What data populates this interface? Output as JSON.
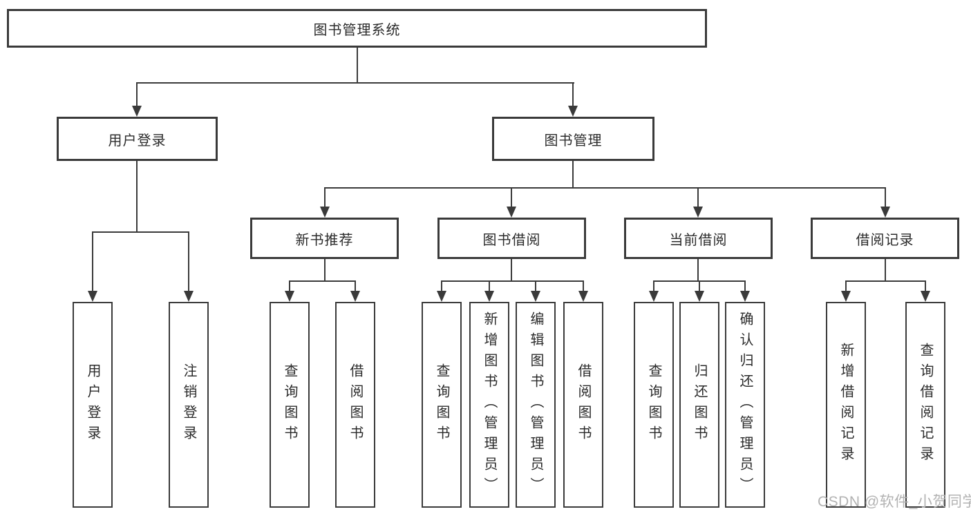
{
  "diagram": {
    "root": {
      "label": "图书管理系统"
    },
    "branches": [
      {
        "label": "用户登录",
        "children": [
          {
            "label": "用户登录"
          },
          {
            "label": "注销登录"
          }
        ]
      },
      {
        "label": "图书管理",
        "sections": [
          {
            "label": "新书推荐",
            "children": [
              {
                "label": "查询图书"
              },
              {
                "label": "借阅图书"
              }
            ]
          },
          {
            "label": "图书借阅",
            "children": [
              {
                "label": "查询图书"
              },
              {
                "label": "新增图书（管理员）"
              },
              {
                "label": "编辑图书（管理员）"
              },
              {
                "label": "借阅图书"
              }
            ]
          },
          {
            "label": "当前借阅",
            "children": [
              {
                "label": "查询图书"
              },
              {
                "label": "归还图书"
              },
              {
                "label": "确认归还（管理员）"
              }
            ]
          },
          {
            "label": "借阅记录",
            "children": [
              {
                "label": "新增借阅记录"
              },
              {
                "label": "查询借阅记录"
              }
            ]
          }
        ]
      }
    ]
  },
  "watermark": {
    "text": "CSDN @软件_小贺同学"
  },
  "colors": {
    "line": "#3a3a3a",
    "text": "#2b2b2b",
    "watermark": "#b2b2b2",
    "background": "#ffffff"
  }
}
